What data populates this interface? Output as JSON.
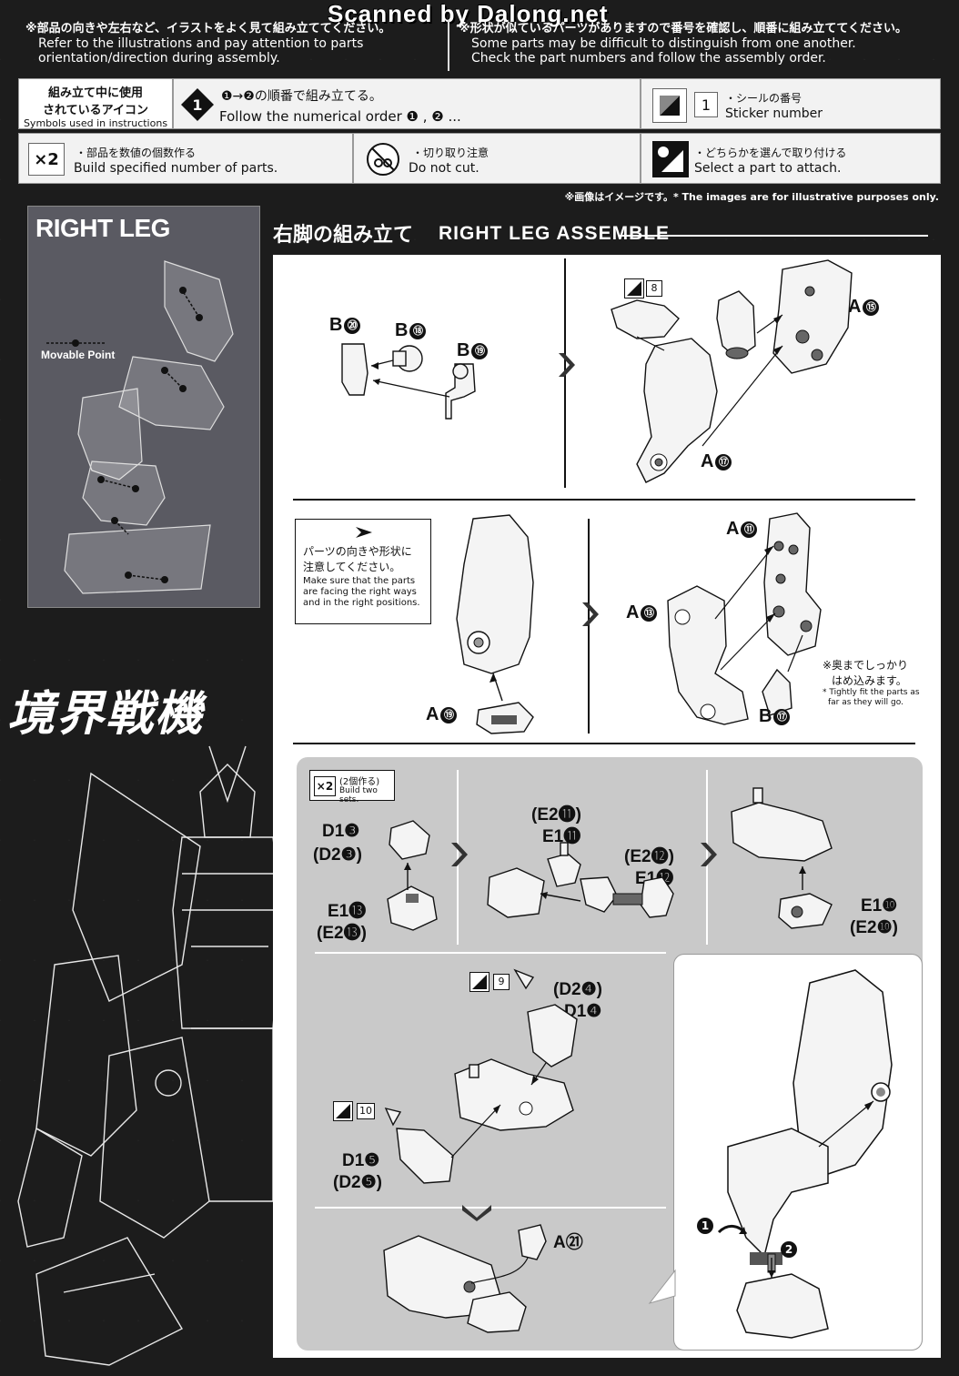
{
  "watermark": "Scanned by Dalong.net",
  "header": {
    "left_jp": "※部品の向きや左右など、イラストをよく見て組み立ててください。",
    "left_en1": "Refer to the illustrations and pay attention to parts",
    "left_en2": "orientation/direction during assembly.",
    "right_jp": "※形状が似ているパーツがありますので番号を確認し、順番に組み立ててください。",
    "right_en1": "Some parts may be difficult to distinguish from one another.",
    "right_en2": "Check the part numbers and follow the assembly order."
  },
  "legend": {
    "title_jp1": "組み立て中に使用",
    "title_jp2": "されているアイコン",
    "title_en": "Symbols used in instructions",
    "order_jp": "❶→❷の順番で組み立てる。",
    "order_en": "Follow the numerical order ❶ , ❷ ...",
    "sticker_num": "1",
    "sticker_jp": "・シールの番号",
    "sticker_en": "Sticker number",
    "multiply_icon": "×2",
    "multiply_jp": "・部品を数値の個数作る",
    "multiply_en": "Build specified number of parts.",
    "cut_jp": "・切り取り注意",
    "cut_en": "Do not cut.",
    "select_jp": "・どちらかを選んで取り付ける",
    "select_en": "Select a part to attach."
  },
  "image_note": "※画像はイメージです。* The images are for illustrative purposes only.",
  "side": {
    "title": "RIGHT LEG",
    "movable_point": "Movable Point",
    "logo_text": "境界戦機"
  },
  "section_title_jp": "右脚の組み立て",
  "section_title_en": "RIGHT LEG ASSEMBLE",
  "step1": {
    "b20": "B",
    "b20n": "⑳",
    "b18": "B",
    "b18n": "⑱",
    "b19": "B",
    "b19n": "⑲",
    "sticker": "8",
    "a15": "A",
    "a15n": "⑮",
    "a17": "A",
    "a17n": "⑰"
  },
  "step2": {
    "note_jp1": "パーツの向きや形状に",
    "note_jp2": "注意してください。",
    "note_en1": "Make sure that the parts",
    "note_en2": "are facing the right ways",
    "note_en3": "and in the right positions.",
    "a19": "A",
    "a19n": "⑲",
    "a11": "A",
    "a11n": "⑪",
    "a13": "A",
    "a13n": "⑬",
    "b17": "B",
    "b17n": "⑰",
    "fit_jp1": "※奥までしっかり",
    "fit_jp2": "はめ込みます。",
    "fit_en1": "* Tightly fit the parts as",
    "fit_en2": "far as they will go."
  },
  "step3": {
    "x2_jp": "(2個作る)",
    "x2_en": "Build two sets.",
    "d1_3": "D1❸",
    "d2_3": "(D2❸)",
    "e1_13": "E1⓭",
    "e2_13": "(E2⓭)",
    "e2_11": "(E2⓫)",
    "e1_11": "E1⓫",
    "e2_12": "(E2⓬)",
    "e1_12": "E1⓬",
    "e1_10": "E1❿",
    "e2_10": "(E2❿)",
    "sticker9": "9",
    "d2_4": "(D2❹)",
    "d1_4": "D1❹",
    "sticker10": "10",
    "d1_5": "D1❺",
    "d2_5": "(D2❺)",
    "a21": "A㉑",
    "step_1": "1",
    "step_2": "2"
  }
}
